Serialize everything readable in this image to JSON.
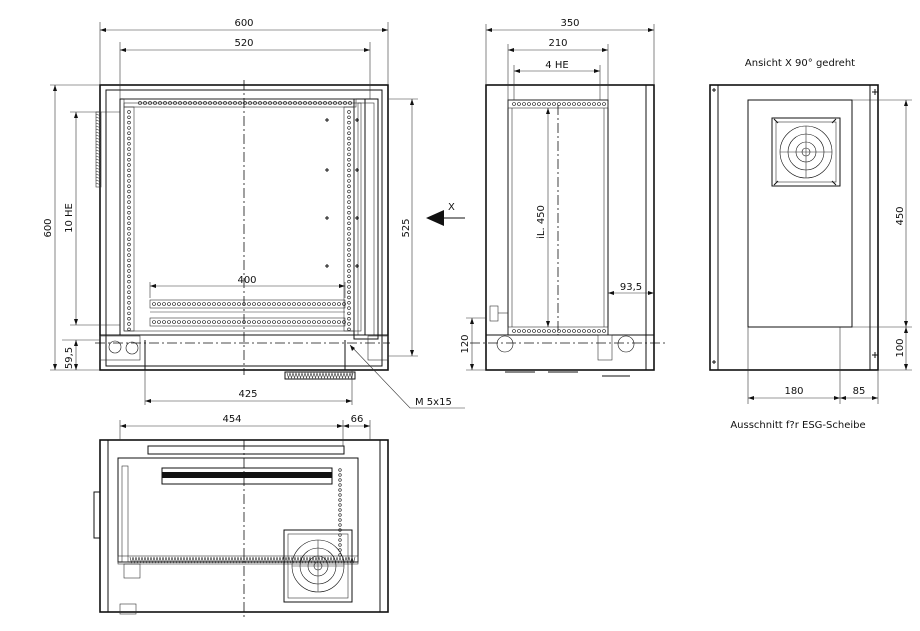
{
  "front_view": {
    "dim_width_total": "600",
    "dim_width_inner": "520",
    "dim_height_total": "600",
    "dim_height_units": "10 HE",
    "dim_rail_width": "400",
    "dim_base_width": "425",
    "dim_inner_height": "525",
    "dim_bottom_offset": "59,5",
    "screw_label": "M 5x15",
    "view_arrow_label": "X"
  },
  "side_view": {
    "dim_depth_total": "350",
    "dim_depth_inner": "210",
    "dim_units": "4 HE",
    "dim_inner_length": "iL. 450",
    "dim_offset": "93,5",
    "dim_bottom": "120"
  },
  "right_view": {
    "title": "Ansicht X 90° gedreht",
    "dim_height": "450",
    "dim_bottom": "100",
    "dim_width_left": "180",
    "dim_width_right": "85",
    "caption": "Ausschnitt f?r ESG-Scheibe"
  },
  "top_view": {
    "dim_width": "454",
    "dim_side": "66"
  }
}
